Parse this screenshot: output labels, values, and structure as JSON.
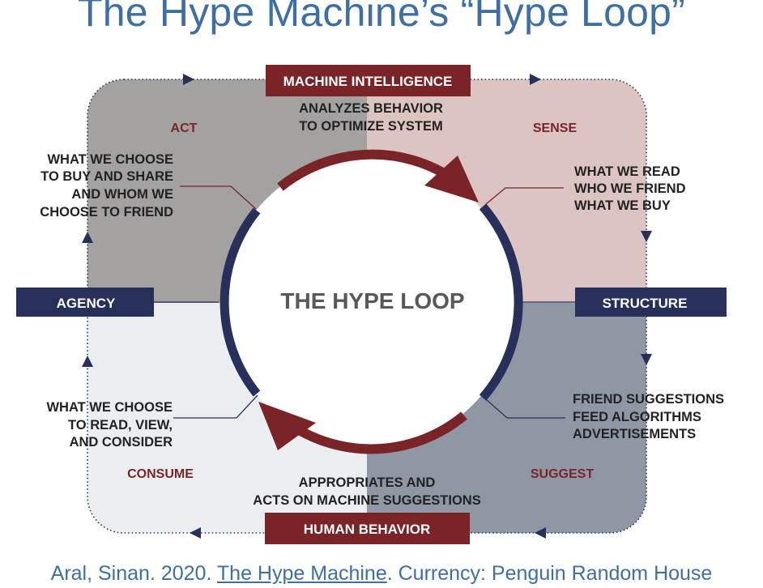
{
  "title": "The Hype Machine’s “Hype Loop”",
  "center_label": "THE HYPE LOOP",
  "labels": {
    "machine_intelligence": "MACHINE INTELLIGENCE",
    "human_behavior": "HUMAN BEHAVIOR",
    "agency": "AGENCY",
    "structure": "STRUCTURE"
  },
  "quadrants": {
    "act": "ACT",
    "sense": "SENSE",
    "consume": "CONSUME",
    "suggest": "SUGGEST"
  },
  "descriptions": {
    "machine": [
      "ANALYZES BEHAVIOR",
      "TO OPTIMIZE SYSTEM"
    ],
    "human": [
      "APPROPRIATES AND",
      "ACTS ON MACHINE SUGGESTIONS"
    ],
    "act": [
      "WHAT WE CHOOSE",
      "TO BUY AND SHARE",
      "AND WHOM WE",
      "CHOOSE TO FRIEND"
    ],
    "sense": [
      "WHAT WE READ",
      "WHO WE FRIEND",
      "WHAT WE BUY"
    ],
    "consume": [
      "WHAT WE CHOOSE",
      "TO READ, VIEW,",
      "AND CONSIDER"
    ],
    "suggest": [
      "FRIEND SUGGESTIONS",
      "FEED ALGORITHMS",
      "ADVERTISEMENTS"
    ]
  },
  "citation": {
    "before": "Aral, Sinan. 2020. ",
    "book": "The Hype Machine",
    "after": ". Currency: Penguin Random House"
  },
  "colors": {
    "title": "#3e6fa4",
    "navy": "#26305a",
    "maroon": "#7a2428",
    "act_bg": "#a4a1a1",
    "sense_bg": "#dcc4c2",
    "consume_bg": "#ebeef1",
    "suggest_bg": "#8f97a5"
  }
}
